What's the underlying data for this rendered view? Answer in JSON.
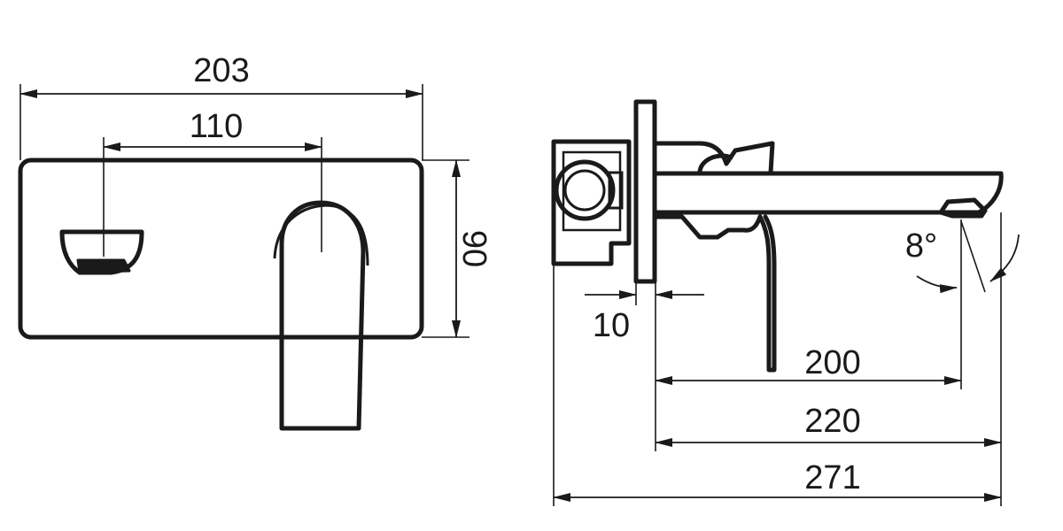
{
  "front_view": {
    "overall_width": "203",
    "outlet_to_lever": "110",
    "plate_height": "90"
  },
  "side_view": {
    "plate_thickness": "10",
    "spout_projection": "200",
    "plate_to_spout_tip": "220",
    "overall_depth": "271",
    "spout_angle": "8°"
  }
}
